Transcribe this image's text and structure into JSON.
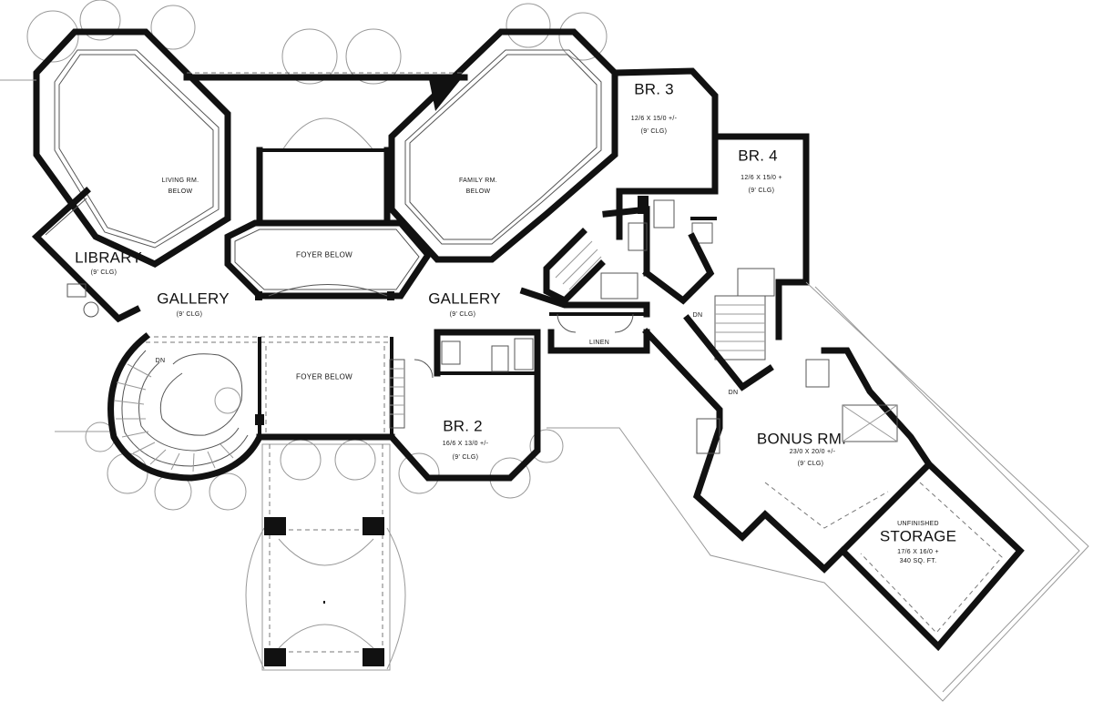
{
  "rooms": {
    "br3": {
      "name": "BR. 3",
      "dims": "12/6 X 15/0 +/-",
      "ceiling": "(9' CLG)"
    },
    "br4": {
      "name": "BR. 4",
      "dims": "12/6 X 15/0 +",
      "ceiling": "(9' CLG)"
    },
    "living": {
      "line1": "LIVING RM.",
      "line2": "BELOW"
    },
    "family": {
      "line1": "FAMILY RM.",
      "line2": "BELOW"
    },
    "foyer_upper": "FOYER BELOW",
    "foyer_lower": "FOYER BELOW",
    "library": {
      "name": "LIBRARY",
      "ceiling": "(9' CLG)"
    },
    "gallery_left": {
      "name": "GALLERY",
      "ceiling": "(9' CLG)"
    },
    "gallery_right": {
      "name": "GALLERY",
      "ceiling": "(9' CLG)"
    },
    "linen": "LINEN",
    "br2": {
      "name": "BR. 2",
      "dims": "16/6 X 13/0 +/-",
      "ceiling": "(9' CLG)"
    },
    "bonus": {
      "name": "BONUS RM.",
      "dims": "23/0 X 20/0 +/-",
      "ceiling": "(9' CLG)"
    },
    "storage": {
      "tag": "UNFINISHED",
      "name": "STORAGE",
      "dims": "17/6 X 16/0 +",
      "area": "340 SQ. FT."
    }
  },
  "stairs": {
    "dn_spiral": "DN",
    "dn_stair": "DN",
    "dn_bonus": "DN"
  }
}
